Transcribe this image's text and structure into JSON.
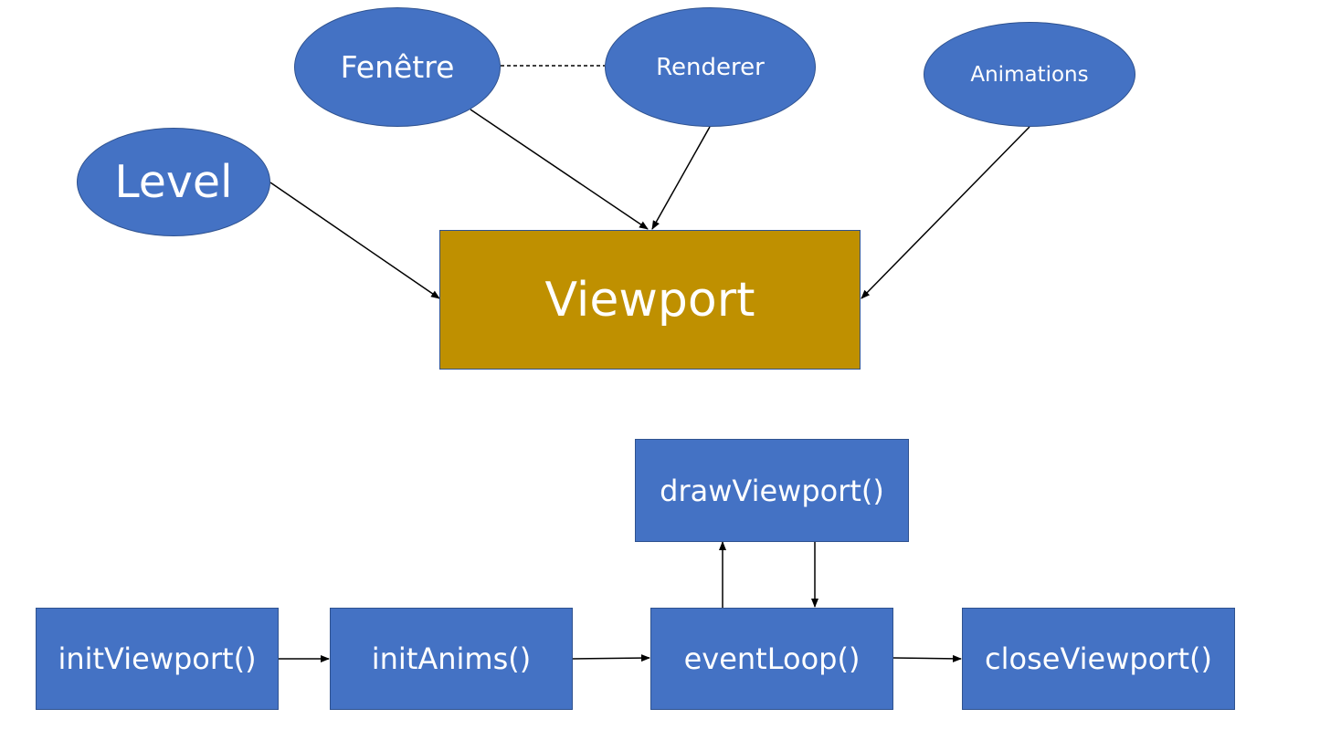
{
  "nodes": {
    "fenetre": "Fenêtre",
    "renderer": "Renderer",
    "animations": "Animations",
    "level": "Level",
    "viewport": "Viewport",
    "draw_viewport": "drawViewport()",
    "init_viewport": "initViewport()",
    "init_anims": "initAnims()",
    "event_loop": "eventLoop()",
    "close_viewport": "closeViewport()"
  },
  "colors": {
    "node_fill": "#4472c4",
    "node_border": "#2f528f",
    "viewport_fill": "#bf9000",
    "edge": "#000000"
  }
}
